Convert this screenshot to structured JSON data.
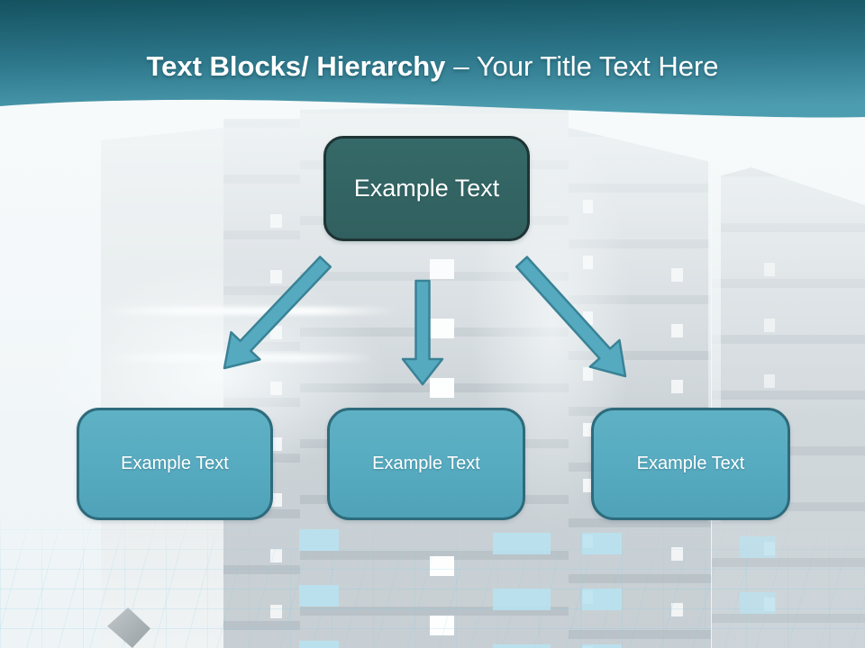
{
  "slide": {
    "title_bold": "Text Blocks/ Hierarchy",
    "title_regular": "– Your Title Text Here"
  },
  "hierarchy": {
    "root": {
      "label": "Example Text"
    },
    "children": [
      {
        "label": "Example Text"
      },
      {
        "label": "Example Text"
      },
      {
        "label": "Example Text"
      }
    ]
  },
  "colors": {
    "header_gradient_top": "#14525f",
    "header_gradient_bottom": "#4d9db0",
    "root_box_fill": "#356968",
    "root_box_border": "#1e3434",
    "child_box_fill": "#58acc1",
    "child_box_border": "#2d6b7c",
    "arrow_fill": "#55aabf",
    "arrow_outline": "#3a8296",
    "title_text": "#ffffff",
    "box_text": "#ffffff"
  }
}
